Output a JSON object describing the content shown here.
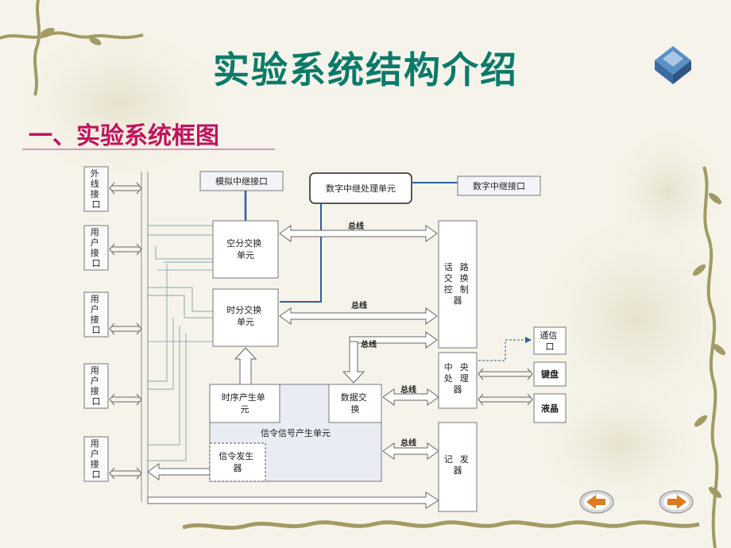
{
  "slide": {
    "title": "实验系统结构介绍",
    "subtitle": "一、实验系统框图"
  },
  "diagram": {
    "interfaces": {
      "outer_line": [
        "外",
        "线",
        "接",
        "口"
      ],
      "user1": [
        "用",
        "户",
        "接",
        "口"
      ],
      "user2": [
        "用",
        "户",
        "接",
        "口"
      ],
      "user3": [
        "用",
        "户",
        "接",
        "口"
      ],
      "user4": [
        "用",
        "户",
        "接",
        "口"
      ]
    },
    "analog_trunk": "模拟中继接口",
    "digital_trunk_proc": "数字中继处理单元",
    "digital_trunk_if": "数字中继接口",
    "space_switch": [
      "空分交换",
      "单元"
    ],
    "time_switch": [
      "时分交换",
      "单元"
    ],
    "timing_gen": [
      "时序产生单",
      "元"
    ],
    "data_exchange": [
      "数据交",
      "换"
    ],
    "signal_gen_unit": "信令信号产生单元",
    "signal_generator": [
      "信令发生",
      "器"
    ],
    "voice_ctrl": [
      "话",
      "路",
      "交",
      "换",
      "控",
      "制",
      "器"
    ],
    "cpu": [
      "中",
      "央",
      "处",
      "理",
      "器"
    ],
    "dialer": [
      "记",
      "发",
      "器"
    ],
    "comm_port": [
      "通信",
      "口"
    ],
    "keyboard": "键盘",
    "lcd": "液晶",
    "bus1": "总线",
    "bus2": "总线",
    "bus3": "总线",
    "bus4": "总线",
    "bus5": "总线"
  },
  "nav": {
    "prev_icon": "back-arrow-icon",
    "next_icon": "forward-arrow-icon"
  },
  "colors": {
    "title": "#0c7a6a",
    "subtitle": "#c0135e",
    "box_border": "#8a9aae",
    "box_fill": "#eef1f6",
    "link_blue": "#2f5f9f"
  }
}
